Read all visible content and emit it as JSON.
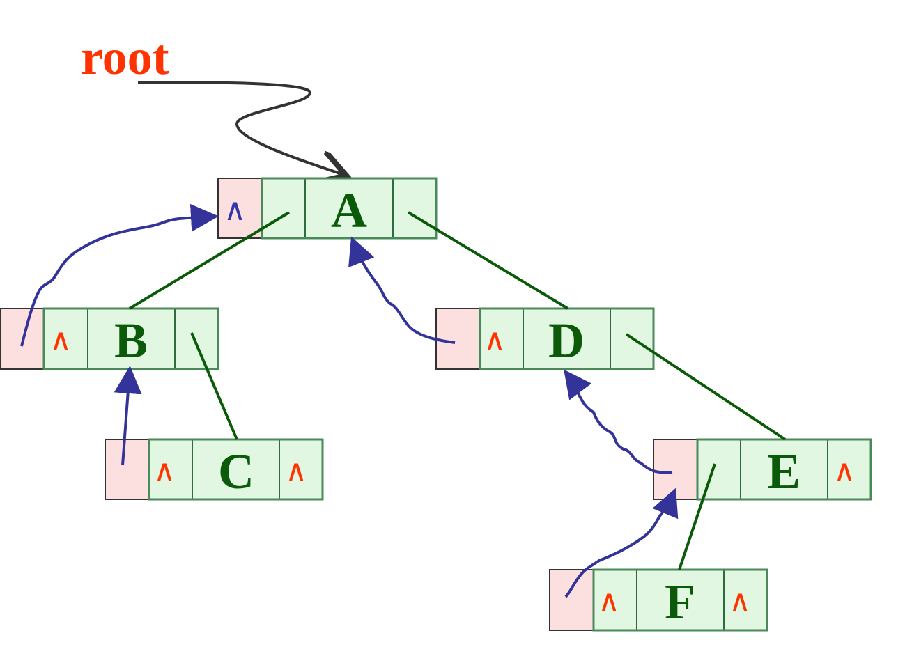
{
  "root_label": "root",
  "nil_symbol": "∧",
  "nodes": {
    "A": {
      "label": "A"
    },
    "B": {
      "label": "B"
    },
    "C": {
      "label": "C"
    },
    "D": {
      "label": "D"
    },
    "E": {
      "label": "E"
    },
    "F": {
      "label": "F"
    }
  },
  "colors": {
    "parent_cell": "#fce0e0",
    "node_cell": "#e2f7e2",
    "tree_edge": "#0a5a0a",
    "parent_link": "#333399",
    "nil_mark": "#ff3300",
    "root_text": "#ff3300"
  }
}
